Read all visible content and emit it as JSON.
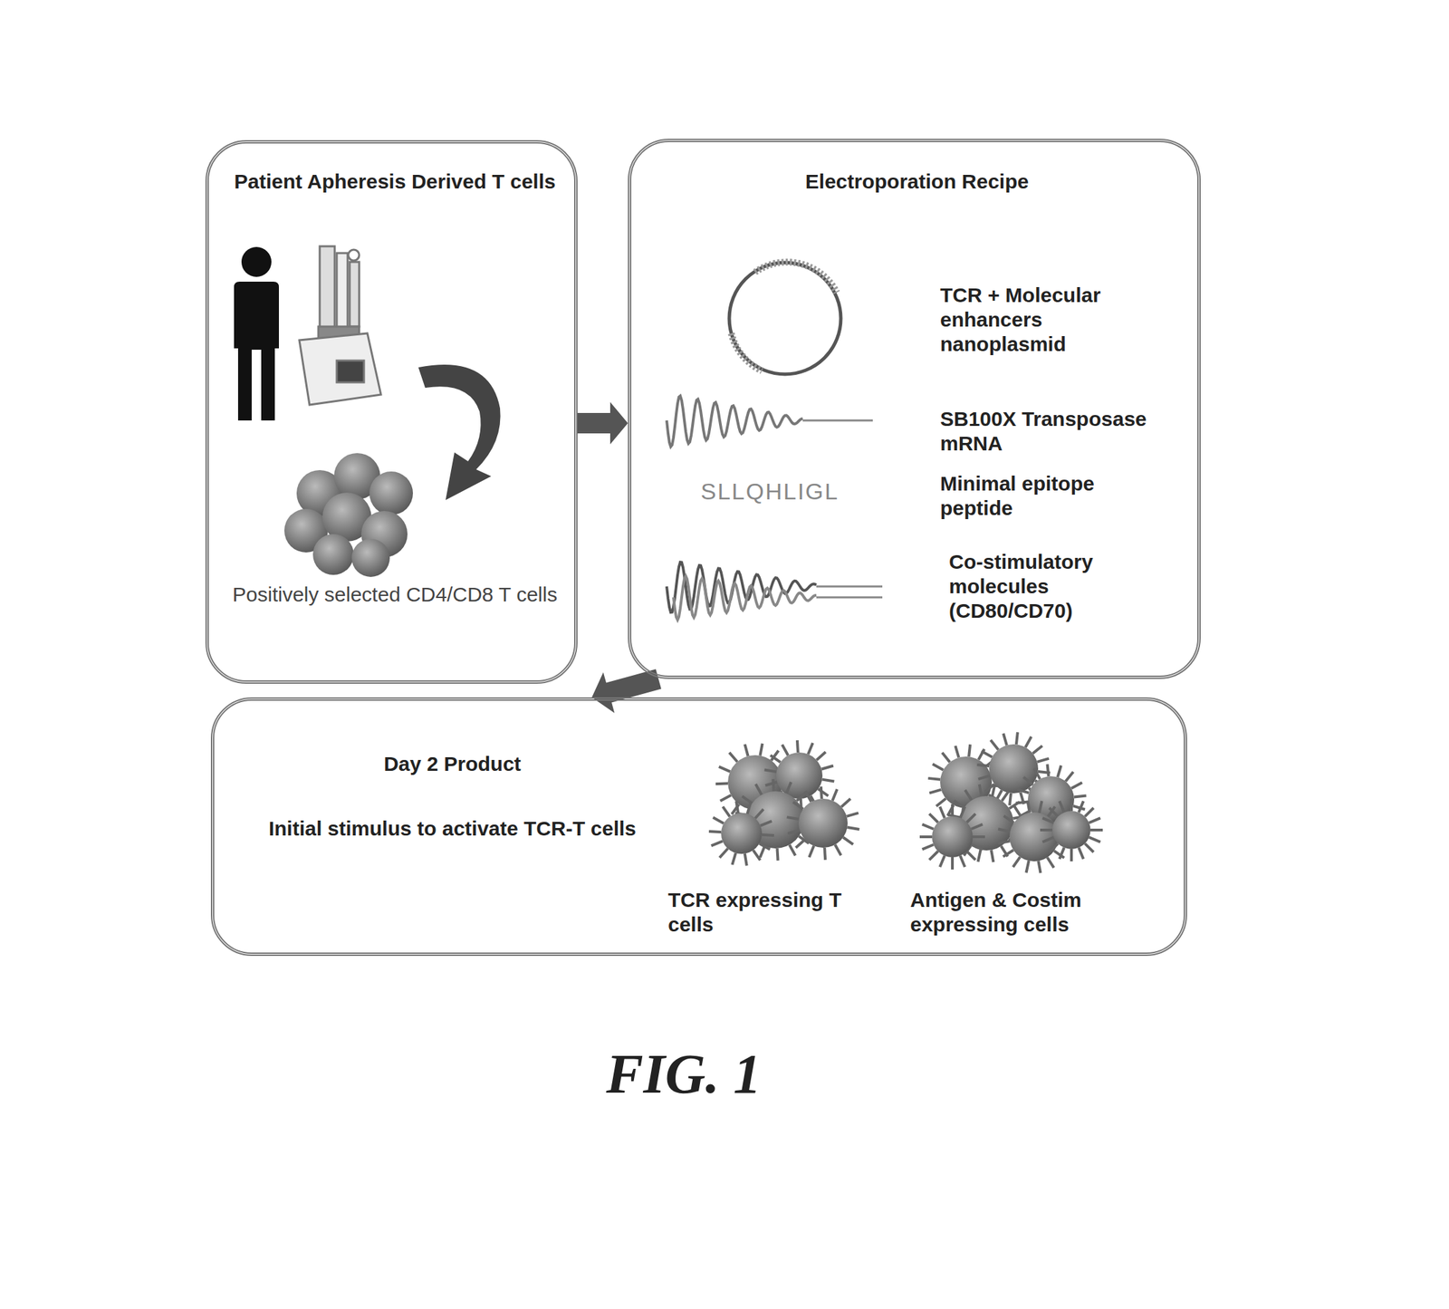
{
  "diagram": {
    "caption": "FIG. 1",
    "nodes": [
      {
        "text": [
          "Patient Apheresis Derived T cells",
          "Positively selected CD4/CD8 T cells"
        ]
      },
      {
        "text": [
          "Electroporation Recipe"
        ]
      },
      {
        "text": [
          "Day 2 Product",
          "Initial stimulus to activate TCR-T cells"
        ]
      }
    ],
    "edges": [
      {
        "from": 0,
        "to": 1,
        "arrow": "to"
      },
      {
        "from": 1,
        "to": 2,
        "arrow": "to"
      }
    ],
    "labels": [
      "TCR + Molecular enhancers nanoplasmid",
      "SB100X Transposase mRNA",
      "SLLQHLIGL",
      "Minimal epitope peptide",
      "Co-stimulatory molecules (CD80/CD70)",
      "TCR expressing T cells",
      "Antigen & Costim expressing cells"
    ]
  }
}
